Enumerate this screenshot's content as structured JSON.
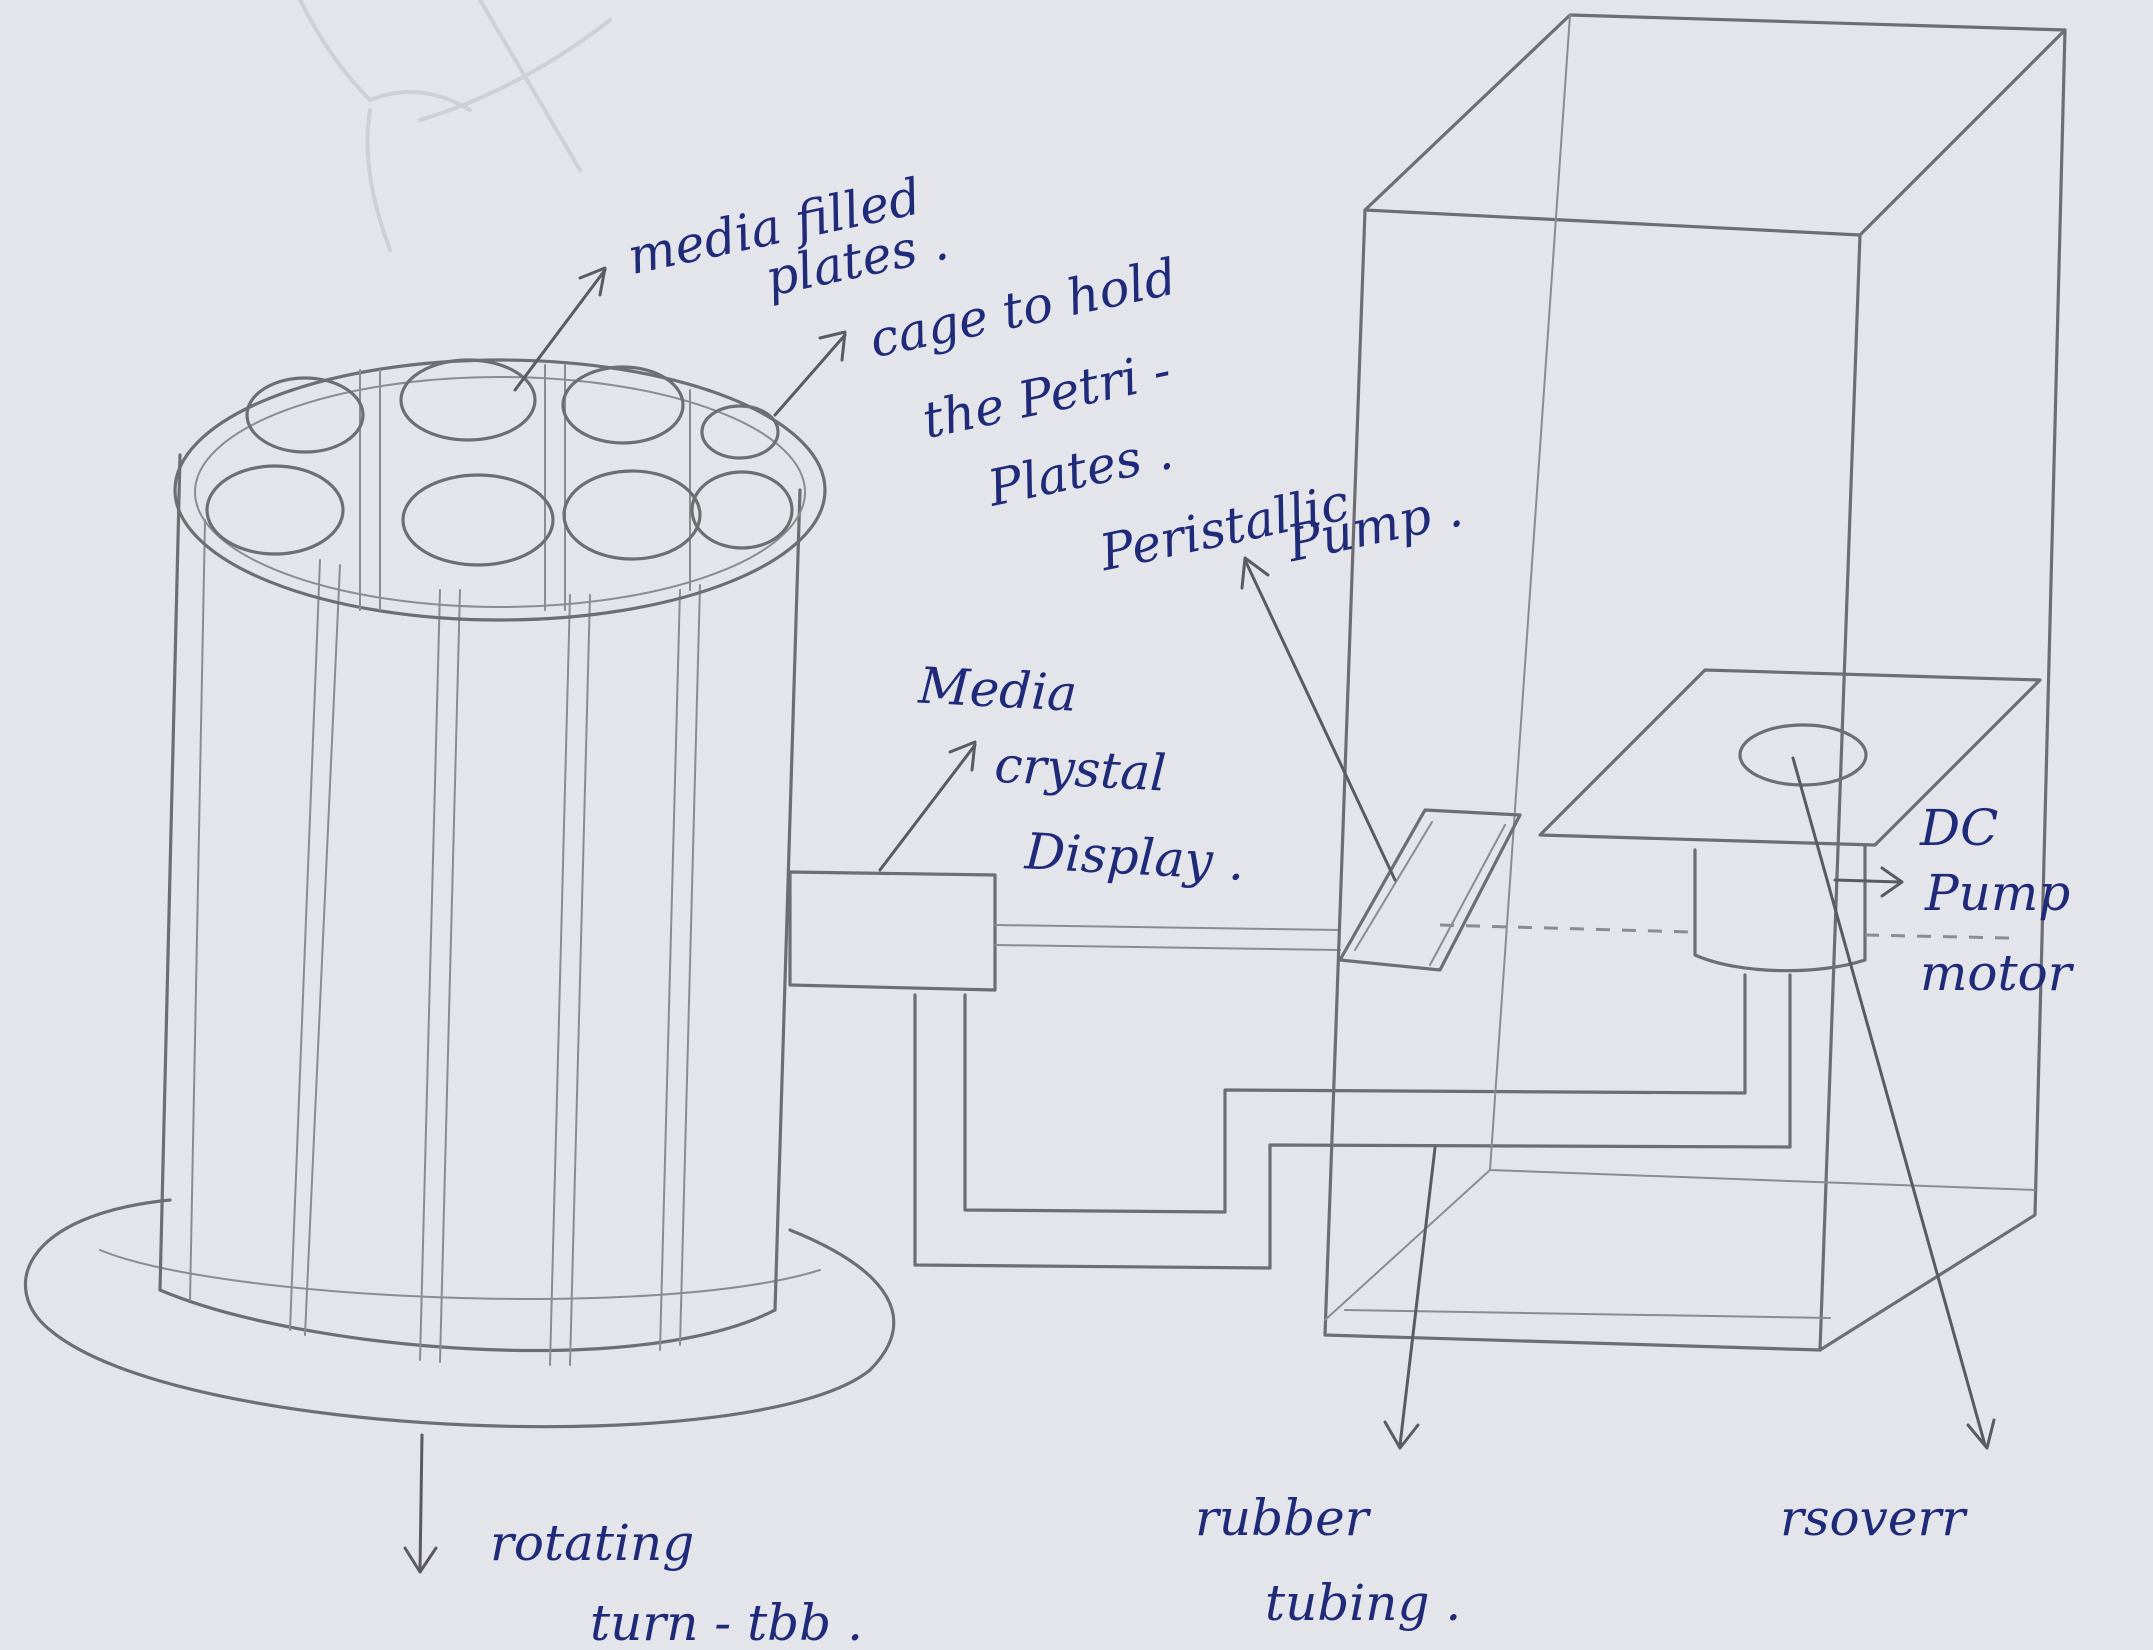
{
  "labels": {
    "media_filled_plates": [
      "media filled",
      "plates ."
    ],
    "cage": [
      "cage to hold",
      "the Petri -",
      "Plates ."
    ],
    "peristaltic_pump": [
      "Peristallic",
      "Pump ."
    ],
    "media_crystal_display": [
      "Media",
      "crystal",
      "Display ."
    ],
    "dc_pump_motor": [
      "DC",
      "Pump",
      "motor"
    ],
    "rotating_turntable": [
      "rotating",
      "turn - tbb ."
    ],
    "rubber_tubing": [
      "rubber",
      "tubing ."
    ],
    "reservoir": [
      "rsoverr"
    ]
  },
  "colors": {
    "paper": "#e4e5ea",
    "pencil": "#6e6e72",
    "ink": "#1f2a78"
  }
}
